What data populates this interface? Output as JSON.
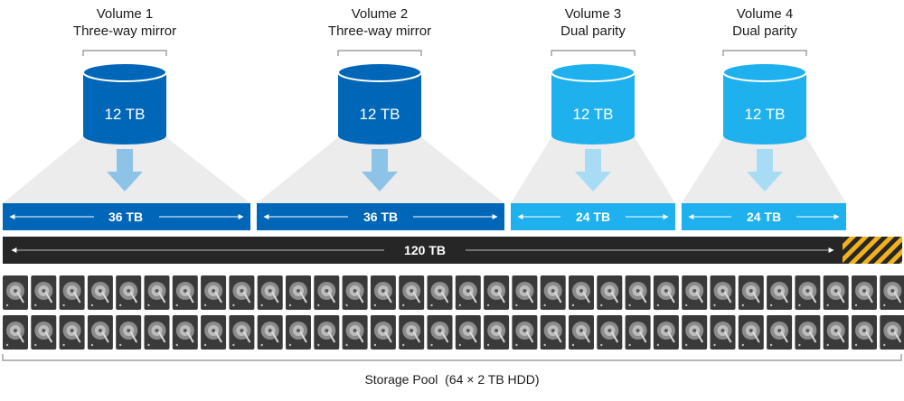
{
  "volumes": [
    {
      "name": "Volume 1",
      "resiliency": "Three-way mirror",
      "size": "12 TB",
      "footprint": "36 TB",
      "color": "#0067b8",
      "fill": 0.3
    },
    {
      "name": "Volume 2",
      "resiliency": "Three-way mirror",
      "size": "12 TB",
      "footprint": "36 TB",
      "color": "#0067b8",
      "fill": 0.3
    },
    {
      "name": "Volume 3",
      "resiliency": "Dual parity",
      "size": "12 TB",
      "footprint": "24 TB",
      "color": "#1fb1ee",
      "fill": 0.2
    },
    {
      "name": "Volume 4",
      "resiliency": "Dual parity",
      "size": "12 TB",
      "footprint": "24 TB",
      "color": "#1fb1ee",
      "fill": 0.2
    }
  ],
  "pool": {
    "capacity": "120 TB",
    "label": "Storage Pool  (64 × 2 TB HDD)",
    "drive_count": 64,
    "reserve_fraction": 0.0667,
    "bar_color": "#262626",
    "reserve_colors": [
      "#f2b21c",
      "#262626"
    ]
  },
  "colors": {
    "mirror": "#0067b8",
    "parity": "#1fb1ee",
    "arrow_mirror": "#8ec3e8",
    "arrow_parity": "#a8dcf4",
    "funnel": "#ececec",
    "drive": "#3a3a3a"
  }
}
